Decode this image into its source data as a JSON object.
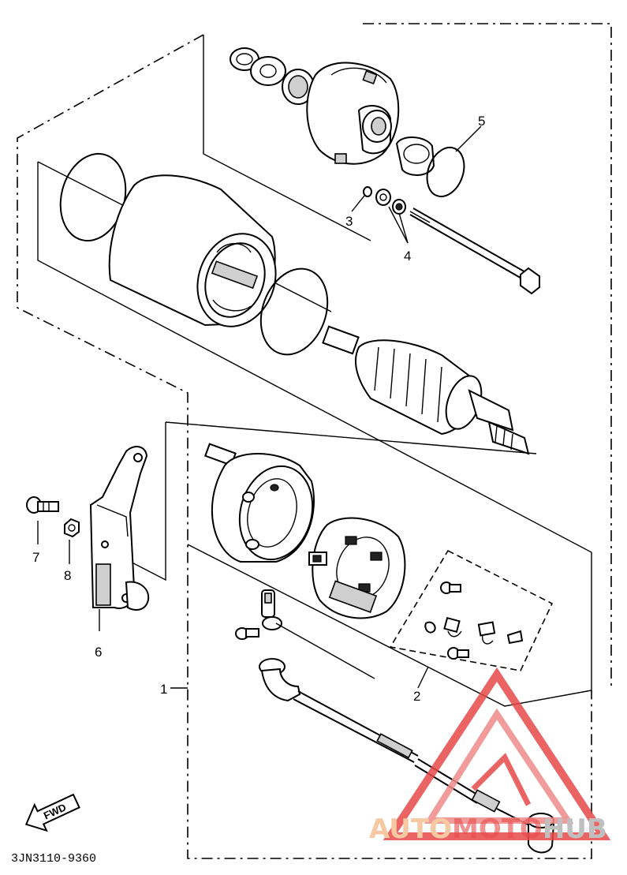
{
  "callouts": {
    "c1": "1",
    "c2": "2",
    "c3": "3",
    "c4": "4",
    "c5": "5",
    "c6": "6",
    "c7": "7",
    "c8": "8"
  },
  "direction_label": "FWD",
  "diagram_code": "3JN3110-9360",
  "watermark": {
    "part1": "AUTO",
    "part2": "MOTO",
    "part3": "HUB",
    "color_light": "#f6c9a3",
    "color_red": "#e84a4a",
    "color_gray": "#bfbfbf"
  }
}
